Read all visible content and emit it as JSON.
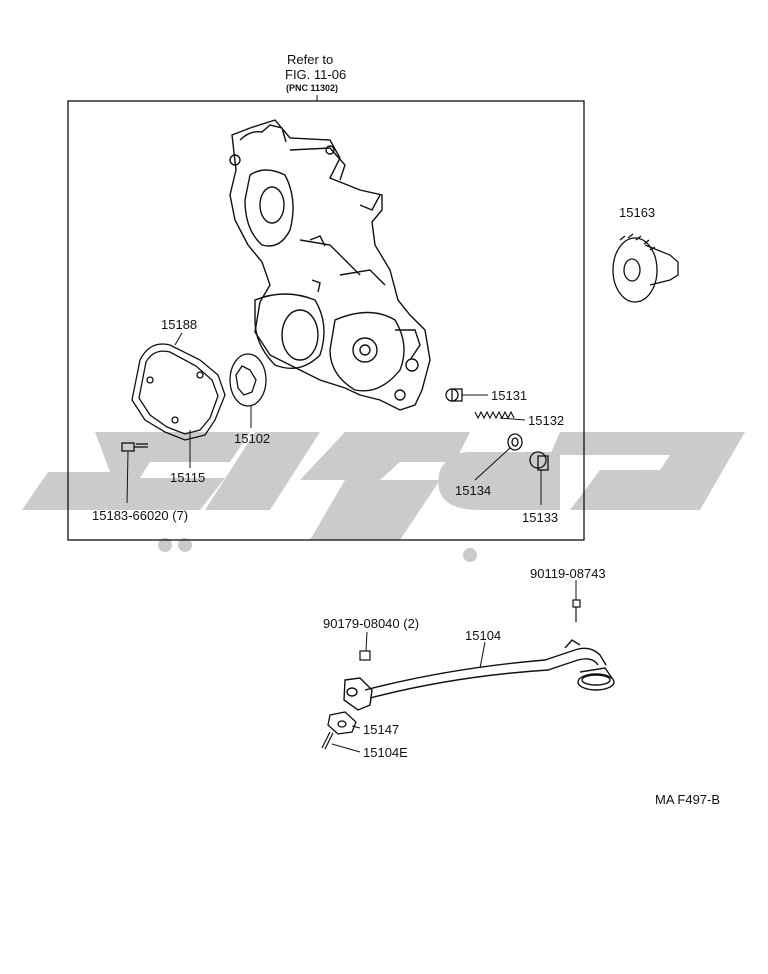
{
  "reference": {
    "line1": "Refer to",
    "line2": "FIG. 11-06",
    "line3": "(PNC 11302)"
  },
  "parts": {
    "p15163": "15163",
    "p15188": "15188",
    "p15102": "15102",
    "p15115": "15115",
    "p15183": "15183-66020 (7)",
    "p15131": "15131",
    "p15132": "15132",
    "p15134": "15134",
    "p15133": "15133",
    "p90119": "90119-08743",
    "p90179": "90179-08040 (2)",
    "p15104": "15104",
    "p15147": "15147",
    "p15104E": "15104E"
  },
  "figure_code": "MA F497-B",
  "colors": {
    "line": "#111111",
    "watermark": "#c9c9c9"
  }
}
